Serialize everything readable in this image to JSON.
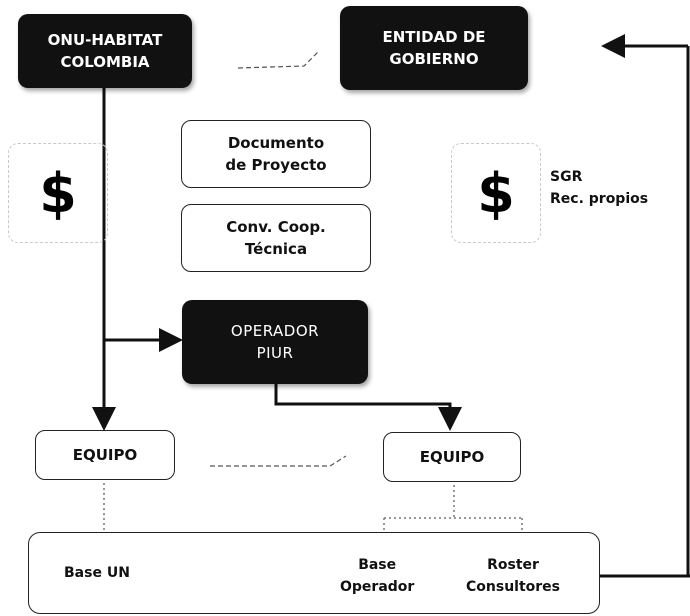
{
  "nodes": {
    "onu": "ONU-HABITAT\nCOLOMBIA",
    "entidad": "ENTIDAD DE\nGOBIERNO",
    "documento": "Documento\nde Proyecto",
    "convenio": "Conv. Coop.\nTécnica",
    "operador": "OPERADOR\nPIUR",
    "equipo_left": "EQUIPO",
    "equipo_right": "EQUIPO"
  },
  "funding": {
    "left_symbol": "$",
    "right_symbol": "$",
    "right_sources": "SGR\nRec. propios"
  },
  "bases": {
    "base_un": "Base UN",
    "base_operador": "Base\nOperador",
    "roster": "Roster\nConsultores"
  },
  "colors": {
    "dark_box": "#111111",
    "line": "#111111"
  }
}
